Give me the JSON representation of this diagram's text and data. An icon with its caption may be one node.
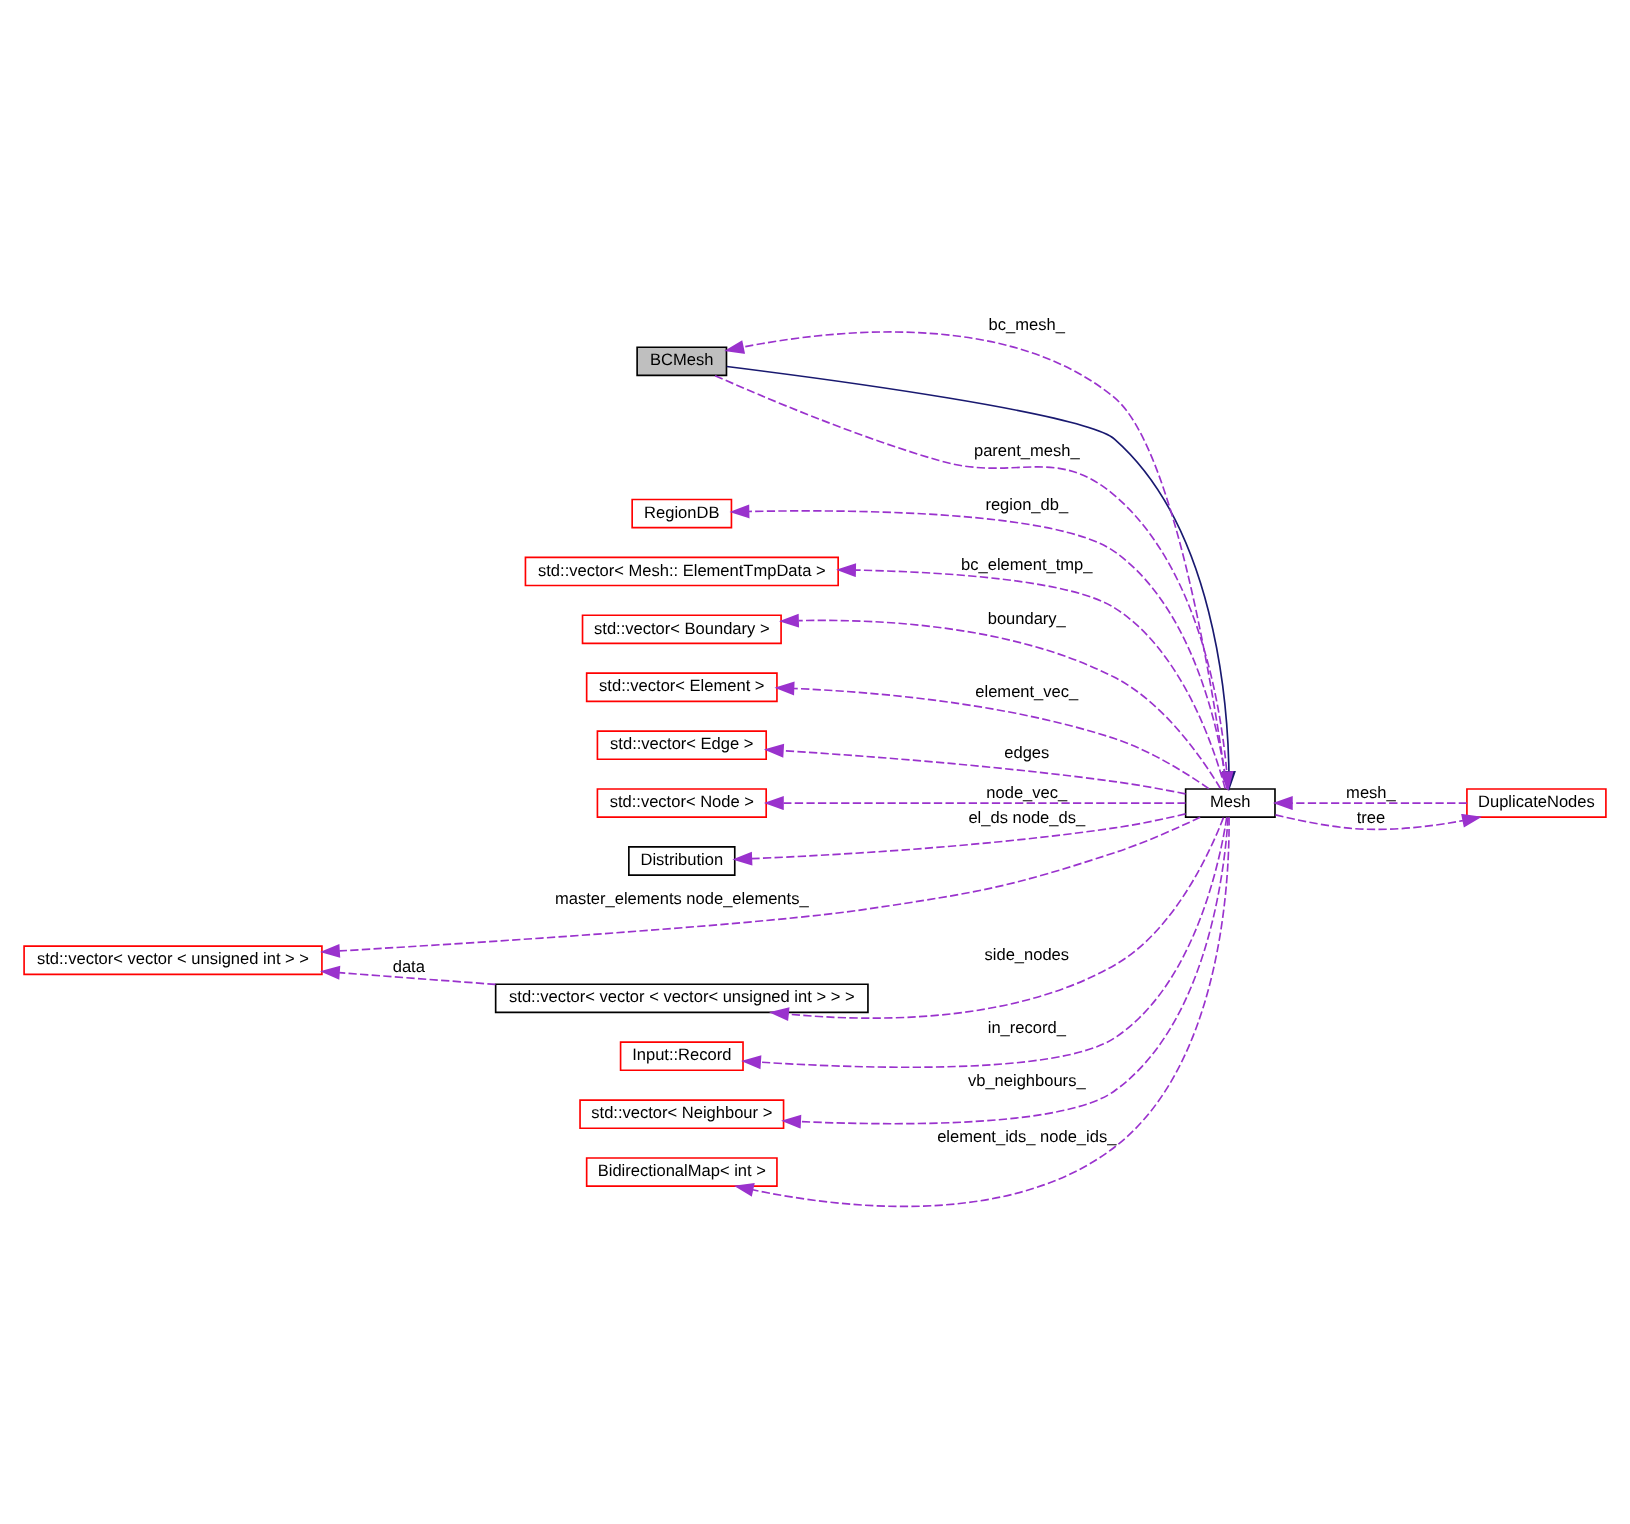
{
  "diagram": {
    "nodes": [
      {
        "text": [
          "BCMesh"
        ]
      },
      {
        "text": [
          "RegionDB"
        ]
      },
      {
        "text": [
          "std::vector< Mesh:: ElementTmpData >"
        ]
      },
      {
        "text": [
          "std::vector< Boundary >"
        ]
      },
      {
        "text": [
          "std::vector< Element >"
        ]
      },
      {
        "text": [
          "std::vector< Edge >"
        ]
      },
      {
        "text": [
          "Mesh"
        ]
      },
      {
        "text": [
          "DuplicateNodes"
        ]
      },
      {
        "text": [
          "std::vector< Node >"
        ]
      },
      {
        "text": [
          "Distribution"
        ]
      },
      {
        "text": [
          "std::vector< vector < unsigned int > >"
        ]
      },
      {
        "text": [
          "std::vector< vector < vector< unsigned int > > >"
        ]
      },
      {
        "text": [
          "Input::Record"
        ]
      },
      {
        "text": [
          "std::vector< Neighbour >"
        ]
      },
      {
        "text": [
          "BidirectionalMap< int >"
        ]
      }
    ],
    "edges": [
      {
        "from": 0,
        "to": 6,
        "arrow": "to",
        "color": "#191970"
      },
      {
        "from": 6,
        "to": 0,
        "arrow": "to",
        "label": "bc_mesh_",
        "style": "dashed"
      },
      {
        "from": 0,
        "to": 6,
        "arrow": "to",
        "label": "parent_mesh_",
        "style": "dashed"
      },
      {
        "from": 6,
        "to": 1,
        "arrow": "to",
        "label": "region_db_",
        "style": "dashed"
      },
      {
        "from": 6,
        "to": 2,
        "arrow": "to",
        "label": "bc_element_tmp_",
        "style": "dashed"
      },
      {
        "from": 6,
        "to": 3,
        "arrow": "to",
        "label": "boundary_",
        "style": "dashed"
      },
      {
        "from": 6,
        "to": 4,
        "arrow": "to",
        "label": "element_vec_",
        "style": "dashed"
      },
      {
        "from": 6,
        "to": 5,
        "arrow": "to",
        "label": "edges",
        "style": "dashed"
      },
      {
        "from": 6,
        "to": 8,
        "arrow": "to",
        "label": "node_vec_",
        "style": "dashed"
      },
      {
        "from": 6,
        "to": 9,
        "arrow": "to",
        "label": "el_ds node_ds_",
        "style": "dashed"
      },
      {
        "from": 6,
        "to": 10,
        "arrow": "to",
        "label": "master_elements node_elements_",
        "style": "dashed"
      },
      {
        "from": 6,
        "to": 11,
        "arrow": "to",
        "label": "side_nodes",
        "style": "dashed"
      },
      {
        "from": 11,
        "to": 10,
        "arrow": "to",
        "label": "data",
        "style": "dashed"
      },
      {
        "from": 6,
        "to": 12,
        "arrow": "to",
        "label": "in_record_",
        "style": "dashed"
      },
      {
        "from": 6,
        "to": 13,
        "arrow": "to",
        "label": "vb_neighbours_",
        "style": "dashed"
      },
      {
        "from": 6,
        "to": 14,
        "arrow": "to",
        "label": "element_ids_ node_ids_",
        "style": "dashed"
      },
      {
        "from": 7,
        "to": 6,
        "arrow": "to",
        "label": "mesh_",
        "style": "dashed"
      },
      {
        "from": 6,
        "to": 7,
        "arrow": "to",
        "label": "tree",
        "style": "dashed"
      }
    ]
  }
}
